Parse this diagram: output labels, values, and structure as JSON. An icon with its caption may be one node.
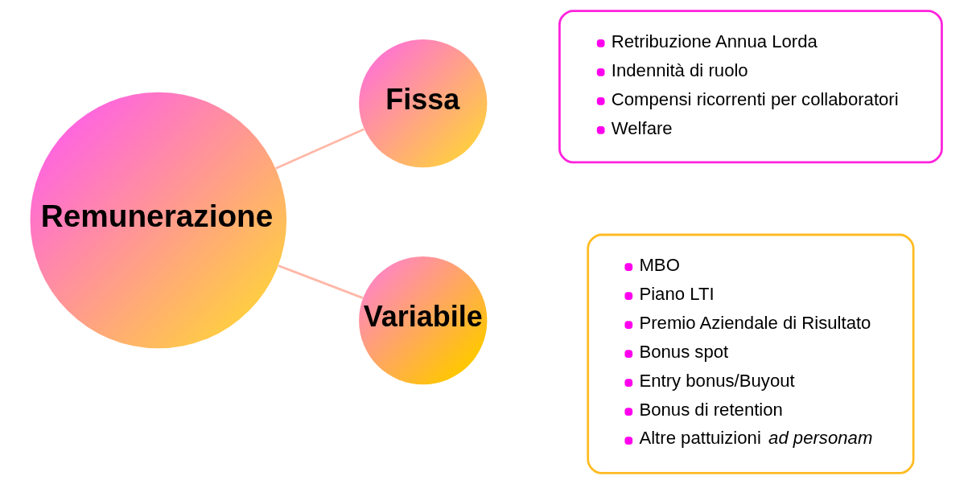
{
  "diagram": {
    "nodes": [
      {
        "text": [
          "Remunerazione"
        ]
      },
      {
        "text": [
          "Fissa"
        ]
      },
      {
        "text": [
          "Variabile"
        ]
      },
      {
        "text": [
          "Retribuzione Annua Lorda",
          "Indennità di ruolo",
          "Compensi ricorrenti per collaboratori",
          "Welfare"
        ]
      },
      {
        "text": [
          "MBO",
          "Piano LTI",
          "Premio Aziendale di Risultato",
          "Bonus spot",
          "Entry bonus/Buyout",
          "Bonus di retention",
          "Altre pattuizioni *ad personam*"
        ]
      }
    ],
    "edges": [
      {
        "from": 0,
        "to": 1,
        "arrow": "none"
      },
      {
        "from": 0,
        "to": 2,
        "arrow": "none"
      }
    ]
  }
}
